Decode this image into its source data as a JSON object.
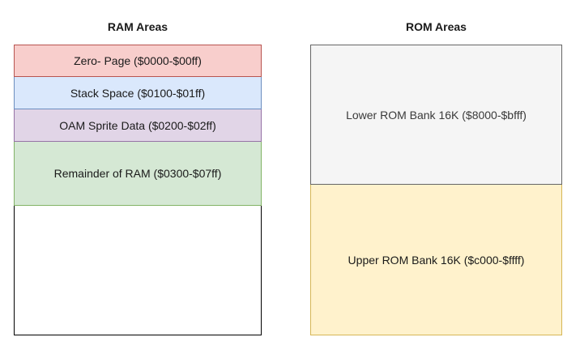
{
  "ram": {
    "title": "RAM Areas",
    "zero_page": "Zero- Page ($0000-$00ff)",
    "stack_space": "Stack Space ($0100-$01ff)",
    "oam_sprite_data": "OAM Sprite Data ($0200-$02ff)",
    "remainder": "Remainder of RAM ($0300-$07ff)",
    "empty": ""
  },
  "rom": {
    "title": "ROM Areas",
    "lower_bank": "Lower ROM Bank 16K ($8000-$bfff)",
    "upper_bank": "Upper ROM Bank 16K ($c000-$ffff)"
  },
  "colors": {
    "zero_page_fill": "#f8cecc",
    "zero_page_stroke": "#b85450",
    "stack_fill": "#dae8fc",
    "stack_stroke": "#6c8ebf",
    "oam_fill": "#e1d5e7",
    "oam_stroke": "#9673a6",
    "remainder_fill": "#d5e8d4",
    "remainder_stroke": "#82b366",
    "lower_rom_fill": "#f5f5f5",
    "lower_rom_stroke": "#666666",
    "upper_rom_fill": "#fff2cc",
    "upper_rom_stroke": "#d6b656",
    "empty_stroke": "#000000"
  }
}
